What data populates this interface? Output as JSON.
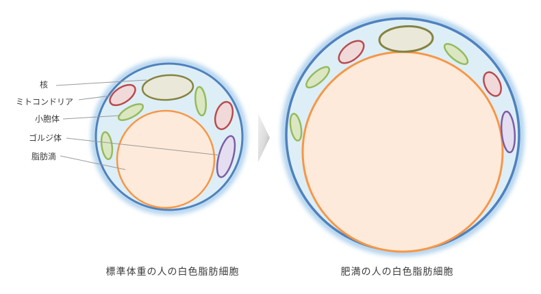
{
  "legend": {
    "items": [
      {
        "id": "nucleus",
        "label": "核"
      },
      {
        "id": "mitochondria",
        "label": "ミトコンドリア"
      },
      {
        "id": "er",
        "label": "小胞体"
      },
      {
        "id": "golgi",
        "label": "ゴルジ体"
      },
      {
        "id": "lipid-droplet",
        "label": "脂肪滴"
      }
    ]
  },
  "captions": {
    "normal": "標準体重の人の白色脂肪細胞",
    "obese": "肥満の人の白色脂肪細胞"
  },
  "icons": {
    "transition_arrow": "right-arrow-icon"
  },
  "colors": {
    "membrane_stroke": "#4f81bd",
    "membrane_glow": "#b3d4ee",
    "cytoplasm_fill": "#ddeef6",
    "lipid_stroke": "#f79646",
    "lipid_fill": "#fdeada",
    "nucleus_stroke": "#85833f",
    "nucleus_fill": "#e9e8d9",
    "mitochondria_stroke": "#b94b4d",
    "mitochondria_fill": "#f1d9da",
    "er_stroke": "#94ba5d",
    "er_fill": "#dbe7c1",
    "golgi_stroke": "#7b5da5",
    "golgi_fill": "#e4def0",
    "label_text": "#3a3a3a",
    "leader_line": "#999999",
    "arrow_light": "#ededed",
    "arrow_dark": "#a8a8a8"
  }
}
